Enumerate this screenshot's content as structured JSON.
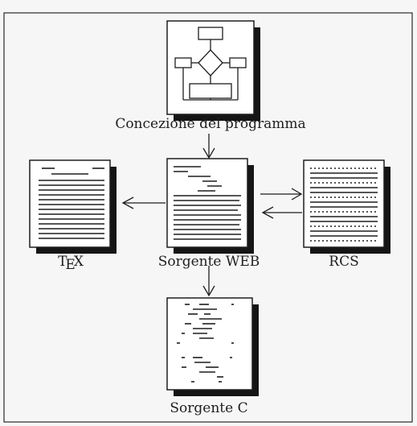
{
  "nodes": {
    "concezione": {
      "label": "Concezione del programma"
    },
    "sorgente_web": {
      "label": "Sorgente WEB"
    },
    "tex": {
      "label_t": "T",
      "label_e": "E",
      "label_x": "X"
    },
    "rcs": {
      "label": "RCS"
    },
    "sorgente_c": {
      "label": "Sorgente C"
    }
  },
  "colors": {
    "background": "#f6f6f6",
    "ink": "#1e1e1e",
    "paper": "#ffffff",
    "shadow": "#151515"
  }
}
